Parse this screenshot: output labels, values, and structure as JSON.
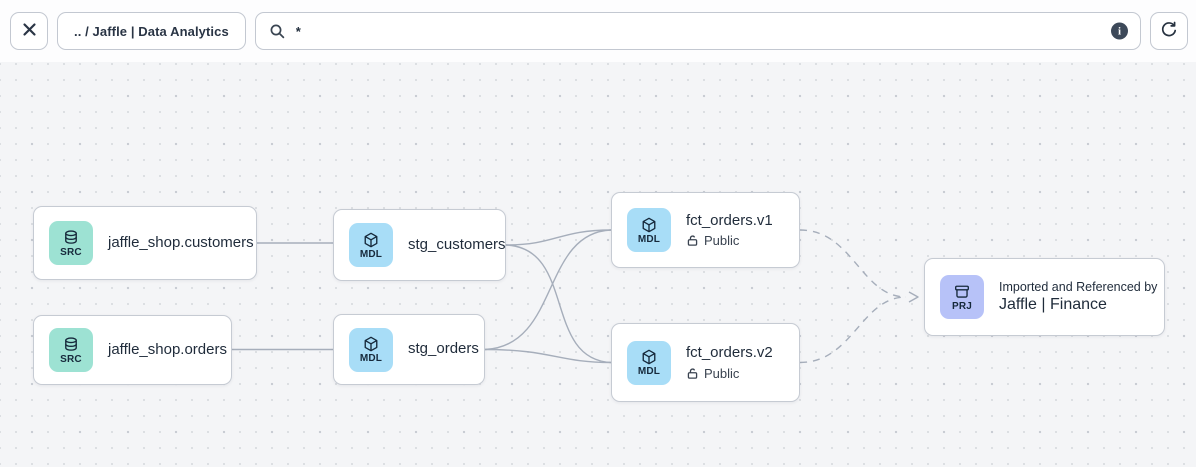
{
  "toolbar": {
    "breadcrumb": ".. / Jaffle | Data Analytics",
    "search_value": "*",
    "info_label": "i"
  },
  "nodes": {
    "src_customers": {
      "badge": "SRC",
      "title": "jaffle_shop.customers"
    },
    "src_orders": {
      "badge": "SRC",
      "title": "jaffle_shop.orders"
    },
    "stg_customers": {
      "badge": "MDL",
      "title": "stg_customers"
    },
    "stg_orders": {
      "badge": "MDL",
      "title": "stg_orders"
    },
    "fct_orders_v1": {
      "badge": "MDL",
      "title": "fct_orders.v1",
      "access": "Public"
    },
    "fct_orders_v2": {
      "badge": "MDL",
      "title": "fct_orders.v2",
      "access": "Public"
    },
    "project": {
      "badge": "PRJ",
      "subtitle": "Imported and Referenced by",
      "title": "Jaffle | Finance"
    }
  },
  "edges": [
    {
      "from": "jaffle_shop.customers",
      "to": "stg_customers",
      "style": "solid"
    },
    {
      "from": "jaffle_shop.orders",
      "to": "stg_orders",
      "style": "solid"
    },
    {
      "from": "stg_customers",
      "to": "fct_orders.v1",
      "style": "solid"
    },
    {
      "from": "stg_customers",
      "to": "fct_orders.v2",
      "style": "solid"
    },
    {
      "from": "stg_orders",
      "to": "fct_orders.v1",
      "style": "solid"
    },
    {
      "from": "stg_orders",
      "to": "fct_orders.v2",
      "style": "solid"
    },
    {
      "from": "fct_orders.v1",
      "to": "Jaffle | Finance",
      "style": "dashed"
    },
    {
      "from": "fct_orders.v2",
      "to": "Jaffle | Finance",
      "style": "dashed"
    }
  ],
  "colors": {
    "source_badge": "#9de2d3",
    "model_badge": "#a8ddf7",
    "project_badge": "#b7c2f8",
    "edge": "#a6aebb",
    "canvas_bg": "#f4f5f7",
    "icon_dark": "#22303f"
  }
}
